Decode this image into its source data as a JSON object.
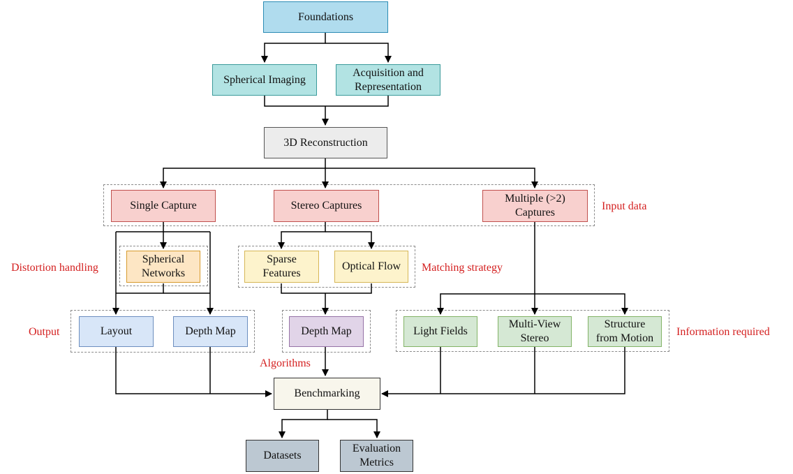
{
  "nodes": {
    "foundations": "Foundations",
    "spherical_imaging": "Spherical Imaging",
    "acquisition": "Acquisition and\nRepresentation",
    "reconstruction": "3D Reconstruction",
    "single_capture": "Single Capture",
    "stereo_captures": "Stereo Captures",
    "multiple_captures": "Multiple (>2)\nCaptures",
    "spherical_networks": "Spherical\nNetworks",
    "sparse_features": "Sparse\nFeatures",
    "optical_flow": "Optical Flow",
    "layout": "Layout",
    "depth_map_single": "Depth Map",
    "depth_map_stereo": "Depth Map",
    "light_fields": "Light Fields",
    "multi_view_stereo": "Multi-View\nStereo",
    "structure_from_motion": "Structure\nfrom Motion",
    "benchmarking": "Benchmarking",
    "datasets": "Datasets",
    "evaluation_metrics": "Evaluation\nMetrics"
  },
  "labels": {
    "input_data": "Input data",
    "distortion_handling": "Distortion handling",
    "matching_strategy": "Matching strategy",
    "output": "Output",
    "information_required": "Information required",
    "algorithms": "Algorithms"
  },
  "colors": {
    "blue_fill": "#b0dcee",
    "blue_stroke": "#2b8bb4",
    "teal_fill": "#b2e3e3",
    "teal_stroke": "#3a9a9a",
    "gray_fill": "#ececec",
    "gray_stroke": "#555555",
    "red_fill": "#f8d0ce",
    "red_stroke": "#c0504d",
    "orange_fill": "#fde6c4",
    "orange_stroke": "#d79b2d",
    "yellow_fill": "#fdf3cc",
    "yellow_stroke": "#d6b656",
    "lightblue_fill": "#d8e6f8",
    "lightblue_stroke": "#6c8ebf",
    "purple_fill": "#e1d4e8",
    "purple_stroke": "#9673a6",
    "green_fill": "#d5e8d4",
    "green_stroke": "#82b366",
    "cream_fill": "#f8f6ec",
    "cream_stroke": "#333333",
    "slate_fill": "#bcc8d2",
    "slate_stroke": "#333333",
    "label_red": "#d42020"
  }
}
